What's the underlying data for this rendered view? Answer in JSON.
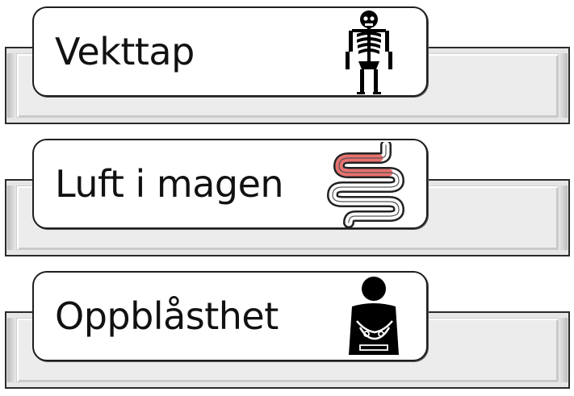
{
  "cards": [
    {
      "label": "Vekttap",
      "icon": "skeleton-icon"
    },
    {
      "label": "Luft i magen",
      "icon": "intestine-icon"
    },
    {
      "label": "Oppblåsthet",
      "icon": "bloated-person-icon"
    }
  ],
  "colors": {
    "bar_fill": "#e6e6e6",
    "card_border": "#1e1e1e",
    "text": "#111111",
    "intestine_highlight": "#e8706e"
  }
}
